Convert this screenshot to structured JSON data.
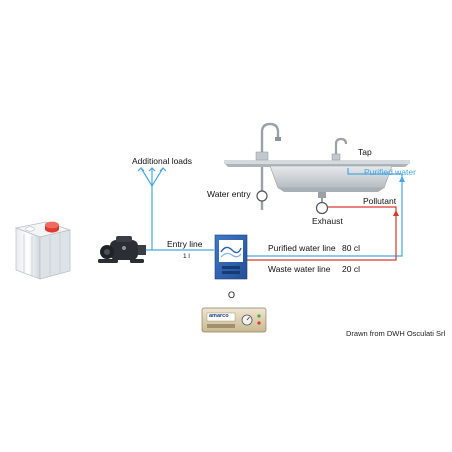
{
  "labels": {
    "additional_loads": "Additional loads",
    "entry_line": "Entry line",
    "entry_flow": "1 l",
    "water_entry": "Water entry",
    "tap": "Tap",
    "purified_water": "Purified water",
    "pollutant": "Pollutant",
    "exhaust": "Exhaust",
    "purified_water_line": "Purified water line",
    "purified_water_line_value": "80 cl",
    "waste_water_line": "Waste water line",
    "waste_water_line_value": "20 cl",
    "device_mark": "O",
    "controller_brand": "amarco",
    "credit": "Drawn from DWH Osculati Srl"
  },
  "colors": {
    "entry_line": "#4aa8e0",
    "purified_line": "#4aa8e0",
    "waste_line": "#d93b2a",
    "tank_cap": "#e03a2f",
    "unit_body": "#2f62b0",
    "controller_body": "#d9ccb0",
    "sink_steel": "#c9ced3"
  },
  "icons": {
    "tank": "water-tank-icon",
    "pump": "pump-icon",
    "filter_unit": "purifier-unit-icon",
    "controller": "controller-box-icon",
    "sink": "sink-icon",
    "faucet": "faucet-icon",
    "loads": "trident-icon"
  }
}
